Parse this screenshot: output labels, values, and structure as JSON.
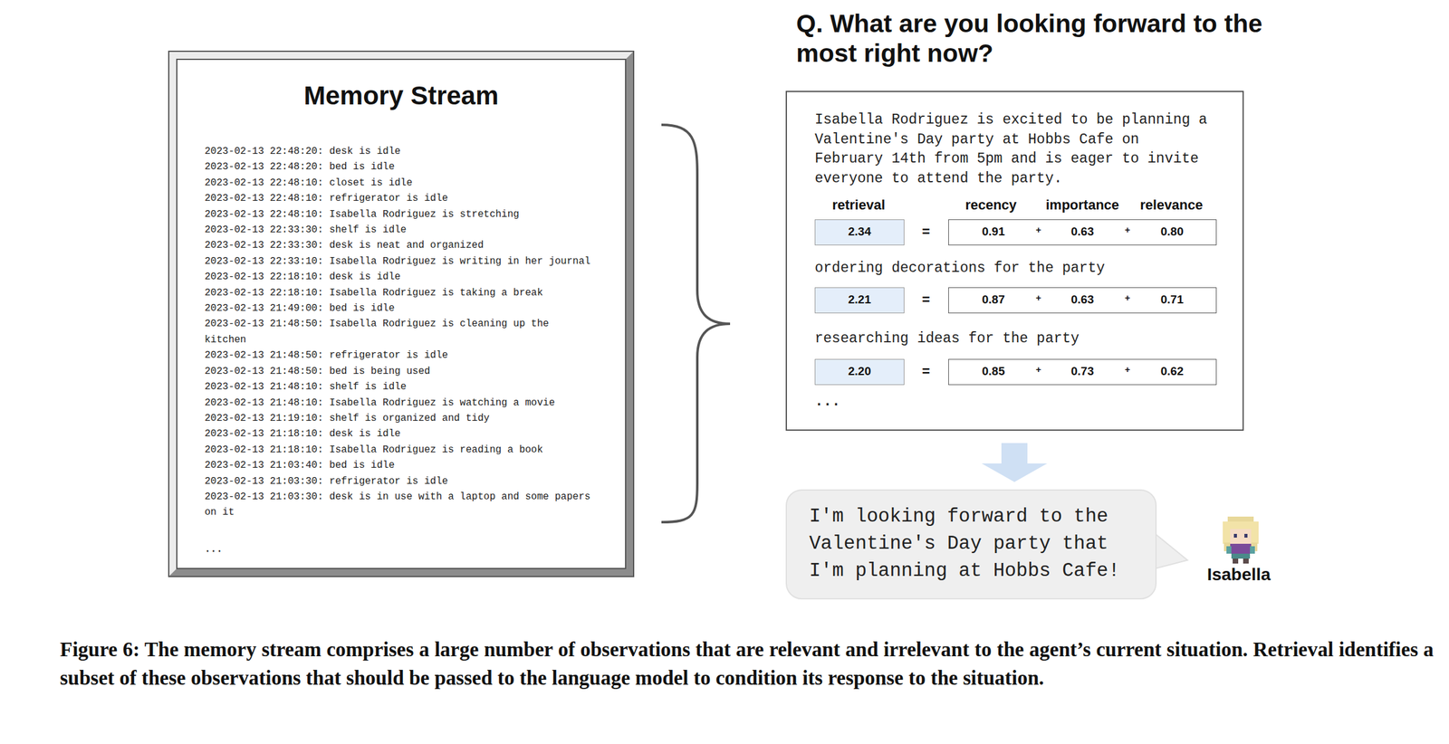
{
  "diagram": {
    "title": "Q. What are you looking forward to the most right now?",
    "caption": "Figure 6: The memory stream comprises a large number of observations that are relevant and irrelevant to the agent’s current situation. Retrieval identifies a subset of these observations that should be passed to the language model to condition its response to the situation.",
    "nodes": [
      {
        "text": [
          "Memory Stream",
          "2023-02-13 22:48:20: desk is idle",
          "2023-02-13 22:48:20: bed is idle",
          "2023-02-13 22:48:10: closet is idle",
          "2023-02-13 22:48:10: refrigerator is idle",
          "2023-02-13 22:48:10: Isabella Rodriguez is stretching",
          "2023-02-13 22:33:30: shelf is idle",
          "2023-02-13 22:33:30: desk is neat and organized",
          "2023-02-13 22:33:10: Isabella Rodriguez is writing in her journal",
          "2023-02-13 22:18:10: desk is idle",
          "2023-02-13 22:18:10: Isabella Rodriguez is taking a break",
          "2023-02-13 21:49:00: bed is idle",
          "2023-02-13 21:48:50: Isabella Rodriguez is cleaning up the kitchen",
          "2023-02-13 21:48:50: refrigerator is idle",
          "2023-02-13 21:48:50: bed is being used",
          "2023-02-13 21:48:10: shelf is idle",
          "2023-02-13 21:48:10: Isabella Rodriguez is watching a movie",
          "2023-02-13 21:19:10: shelf is organized and tidy",
          "2023-02-13 21:18:10: desk is idle",
          "2023-02-13 21:18:10: Isabella Rodriguez is reading a book",
          "2023-02-13 21:03:40: bed is idle",
          "2023-02-13 21:03:30: refrigerator is idle",
          "2023-02-13 21:03:30: desk is in use with a laptop and some papers on it",
          "..."
        ]
      },
      {
        "text": [
          "Isabella Rodriguez is excited to be planning a Valentine's Day party at Hobbs Cafe on February 14th from 5pm and is eager to invite everyone to attend the party.",
          "retrieval",
          "recency",
          "importance",
          "relevance",
          "ordering decorations for the party",
          "researching ideas for the party",
          "..."
        ]
      },
      {
        "text": [
          "2.34"
        ],
        "in": 1
      },
      {
        "text": [
          "0.91",
          "+",
          "0.63",
          "+",
          "0.80"
        ],
        "in": 1
      },
      {
        "text": [
          "2.21"
        ],
        "in": 1
      },
      {
        "text": [
          "0.87",
          "+",
          "0.63",
          "+",
          "0.71"
        ],
        "in": 1
      },
      {
        "text": [
          "2.20"
        ],
        "in": 1
      },
      {
        "text": [
          "0.85",
          "+",
          "0.73",
          "+",
          "0.62"
        ],
        "in": 1
      },
      {
        "text": [
          "I'm looking forward to the Valentine's Day party that I'm planning at Hobbs Cafe!"
        ]
      }
    ],
    "edges": [
      {
        "from": 1,
        "to": 8,
        "arrow": "to"
      }
    ],
    "labels": [
      "=",
      "=",
      "=",
      "Isabella"
    ]
  }
}
